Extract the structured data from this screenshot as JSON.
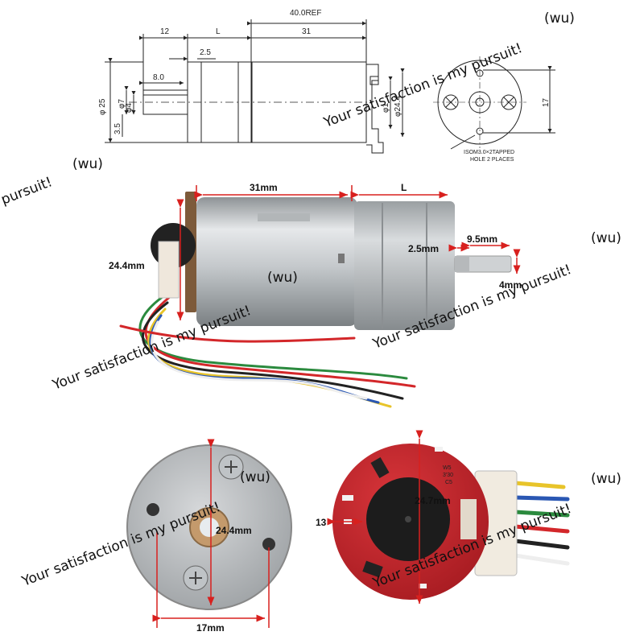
{
  "drawing": {
    "dim_12": "12",
    "dim_L": "L",
    "dim_40ref": "40.0REF",
    "dim_31": "31",
    "dim_2_5": "2.5",
    "dim_8_0": "8.0",
    "dim_d25": "φ 25",
    "dim_d7": "φ7",
    "dim_d4": "φ4",
    "dim_3_5": "3.5",
    "dim_d1": "φ1",
    "dim_d24": "φ24.4",
    "dim_17": "17",
    "note_line1": "ISOM3.0×2TAPPED",
    "note_line2": "HOLE 2 PLACES"
  },
  "photo_side": {
    "dim_31mm": "31mm",
    "dim_L": "L",
    "dim_24_4": "24.4mm",
    "dim_2_5": "2.5mm",
    "dim_9_5": "9.5mm",
    "dim_4mm": "4mm"
  },
  "photo_face": {
    "dim_24_4": "24.4mm",
    "dim_17": "17mm"
  },
  "photo_encoder": {
    "dim_24_7": "24.7mm",
    "dim_13": "13",
    "silk_w5": "W5",
    "silk_3o": "3'30",
    "silk_c5": "C5"
  },
  "watermarks": {
    "wm1": "Your satisfaction is my pursuit!",
    "wm_wu": "(wu)",
    "wm_pursuit": "pursuit!"
  },
  "colors": {
    "dim_red": "#d8201e",
    "pcb_red": "#c8242a",
    "metal": "#c9ccce"
  }
}
